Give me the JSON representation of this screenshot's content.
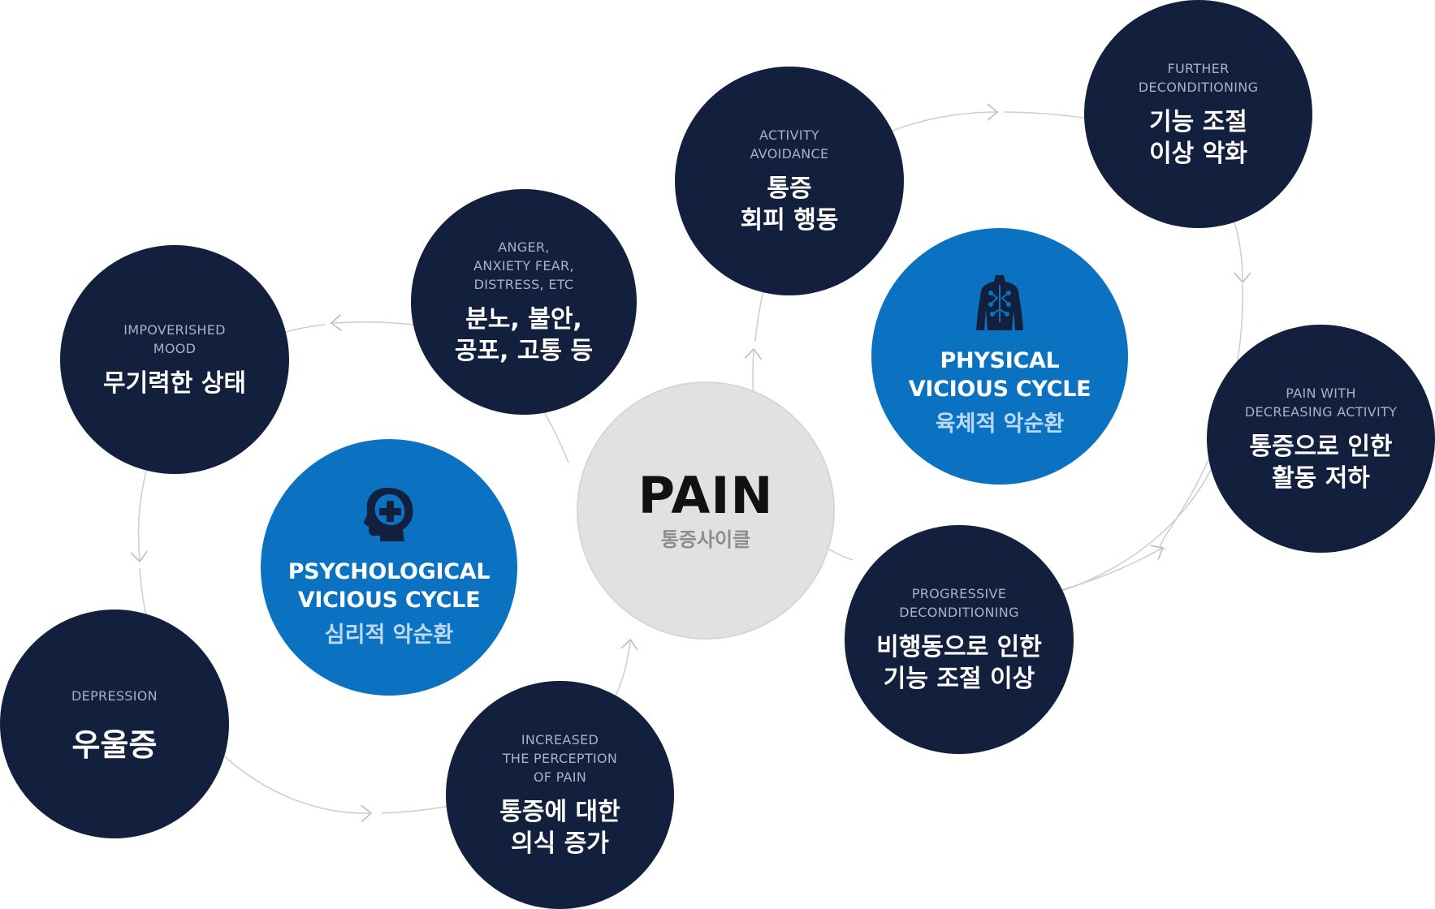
{
  "center": {
    "title": "PAIN",
    "subtitle": "통증사이클"
  },
  "psychological": {
    "title": "PSYCHOLOGICAL\nVICIOUS CYCLE",
    "subtitle": "심리적 악순환",
    "icon": "head-with-plus-icon"
  },
  "physical": {
    "title": "PHYSICAL\nVICIOUS CYCLE",
    "subtitle": "육체적 악순환",
    "icon": "human-body-icon"
  },
  "nodes": {
    "anger": {
      "en": "ANGER,\nANXIETY FEAR,\nDISTRESS, ETC",
      "ko": "분노, 불안,\n공포, 고통 등"
    },
    "mood": {
      "en": "IMPOVERISHED\nMOOD",
      "ko": "무기력한 상태"
    },
    "depression": {
      "en": "DEPRESSION",
      "ko": "우울증"
    },
    "perception": {
      "en": "INCREASED\nTHE PERCEPTION\nOF PAIN",
      "ko": "통증에 대한\n의식 증가"
    },
    "avoidance": {
      "en": "ACTIVITY\nAVOIDANCE",
      "ko": "통증\n회피 행동"
    },
    "further": {
      "en": "FURTHER\nDECONDITIONING",
      "ko": "기능 조절\n이상 악화"
    },
    "decreasing": {
      "en": "PAIN WITH\nDECREASING ACTIVITY",
      "ko": "통증으로 인한\n활동 저하"
    },
    "progressive": {
      "en": "PROGRESSIVE\nDECONDITIONING",
      "ko": "비행동으로 인한\n기능 조절 이상"
    }
  },
  "colors": {
    "node": "#12203e",
    "cycle": "#0b72c2",
    "center": "#e1e1e1",
    "arrow": "#c9c9c9",
    "en_text": "#a8b2c4"
  }
}
